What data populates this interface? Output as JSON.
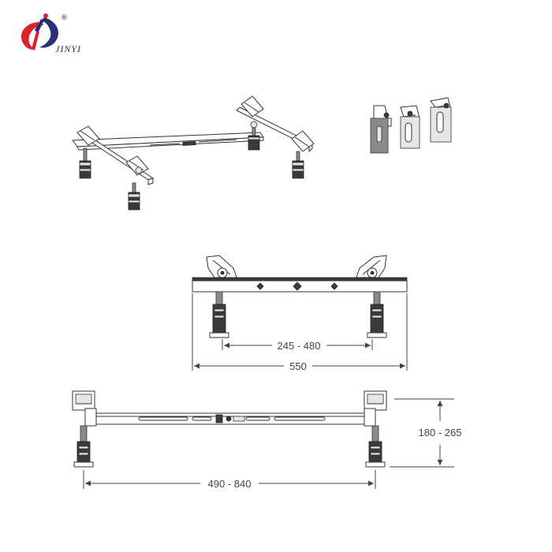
{
  "logo": {
    "brand_text": "JINYI",
    "registered_mark": "®",
    "colors": {
      "red": "#d8232a",
      "blue": "#2a2f7a"
    }
  },
  "dimensions": {
    "inner_foot_span": "245 - 480",
    "overall_length": "550",
    "height_range": "180 - 265",
    "long_span": "490 - 840"
  },
  "icons": [
    "logo-icon",
    "bracket-clip-icon"
  ]
}
